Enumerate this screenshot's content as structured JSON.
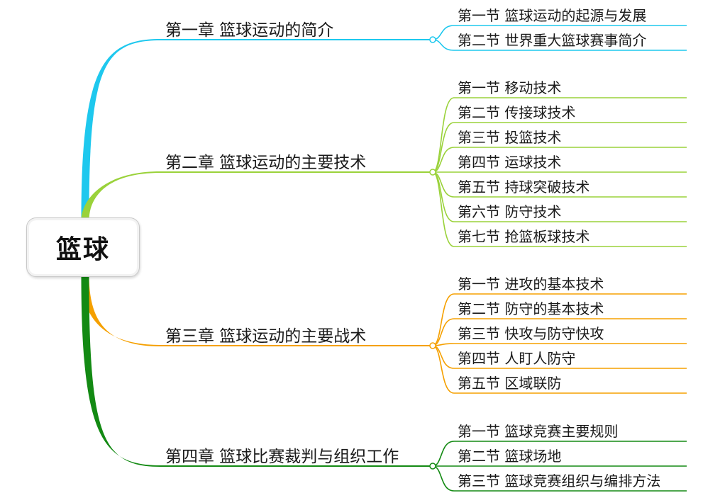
{
  "root": {
    "label": "篮球"
  },
  "chapters": [
    {
      "label": "第一章 篮球运动的简介",
      "color": "#1ec8ee",
      "sections": [
        "第一节 篮球运动的起源与发展",
        "第二节 世界重大篮球赛事简介"
      ]
    },
    {
      "label": "第二章 篮球运动的主要技术",
      "color": "#9ad23a",
      "sections": [
        "第一节 移动技术",
        "第二节 传接球技术",
        "第三节 投篮技术",
        "第四节 运球技术",
        "第五节 持球突破技术",
        "第六节 防守技术",
        "第七节 抢篮板球技术"
      ]
    },
    {
      "label": "第三章 篮球运动的主要战术",
      "color": "#f5a000",
      "sections": [
        "第一节 进攻的基本技术",
        "第二节 防守的基本技术",
        "第三节 快攻与防守快攻",
        "第四节 人盯人防守",
        "第五节 区域联防"
      ]
    },
    {
      "label": "第四章 篮球比赛裁判与组织工作",
      "color": "#138a13",
      "sections": [
        "第一节 篮球竞赛主要规则",
        "第二节 篮球场地",
        "第三节 篮球竞赛组织与编排方法"
      ]
    }
  ]
}
